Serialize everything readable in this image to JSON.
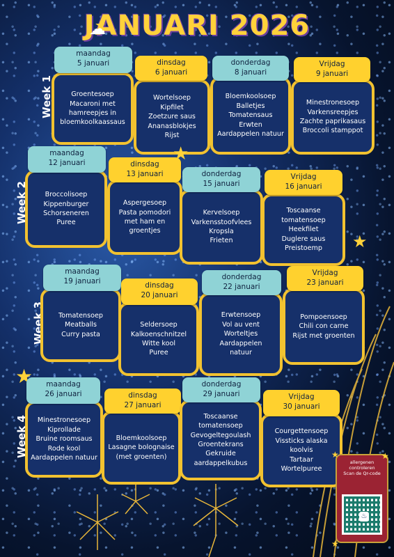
{
  "title": "JANUARI 2026",
  "weeks": [
    {
      "label": "Week 1",
      "days": [
        {
          "day": "maandag",
          "date": "5 januari",
          "lines": [
            "Groentesoep",
            "Macaroni met",
            "hamreepjes in",
            "bloemkoolkaassaus"
          ]
        },
        {
          "day": "dinsdag",
          "date": "6 januari",
          "lines": [
            "Wortelsoep",
            "Kipfilet",
            "Zoetzure saus",
            "Ananasblokjes",
            "Rijst"
          ]
        },
        {
          "day": "donderdag",
          "date": "8 januari",
          "lines": [
            "Bloemkoolsoep",
            "Balletjes",
            "Tomatensaus",
            "Erwten",
            "Aardappelen natuur"
          ]
        },
        {
          "day": "Vrijdag",
          "date": "9 januari",
          "lines": [
            "Minestronesoep",
            "Varkensreepjes",
            "Zachte paprikasaus",
            "Broccoli stamppot"
          ]
        }
      ]
    },
    {
      "label": "Week 2",
      "days": [
        {
          "day": "maandag",
          "date": "12 januari",
          "lines": [
            "Broccolisoep",
            "Kippenburger",
            "Schorseneren",
            "Puree"
          ]
        },
        {
          "day": "dinsdag",
          "date": "13 januari",
          "lines": [
            "Aspergesoep",
            "Pasta pomodori",
            "met ham en",
            "groentjes"
          ]
        },
        {
          "day": "donderdag",
          "date": "15 januari",
          "lines": [
            "Kervelsoep",
            "Varkensstoofvlees",
            "Kropsla",
            "Frieten"
          ]
        },
        {
          "day": "Vrijdag",
          "date": "16 januari",
          "lines": [
            "Toscaanse",
            "tomatensoep",
            "Heekfilet",
            "Duglere saus",
            "Preistoemp"
          ]
        }
      ]
    },
    {
      "label": "Week 3",
      "days": [
        {
          "day": "maandag",
          "date": "19 januari",
          "lines": [
            "Tomatensoep",
            "Meatballs",
            "Curry pasta"
          ]
        },
        {
          "day": "dinsdag",
          "date": "20 januari",
          "lines": [
            "Seldersoep",
            "Kalkoenschnitzel",
            "Witte kool",
            "Puree"
          ]
        },
        {
          "day": "donderdag",
          "date": "22 januari",
          "lines": [
            "Erwtensoep",
            "Vol au vent",
            "Worteltjes",
            "Aardappelen",
            "natuur"
          ]
        },
        {
          "day": "Vrijdag",
          "date": "23 januari",
          "lines": [
            "Pompoensoep",
            "Chili con carne",
            "Rijst met groenten"
          ]
        }
      ]
    },
    {
      "label": "Week 4",
      "days": [
        {
          "day": "maandag",
          "date": "26 januari",
          "lines": [
            "Minestronesoep",
            "Kiprollade",
            "Bruine roomsaus",
            "Rode kool",
            "Aardappelen natuur"
          ]
        },
        {
          "day": "dinsdag",
          "date": "27 januari",
          "lines": [
            "Bloemkoolsoep",
            "Lasagne bolognaise",
            "(met groenten)"
          ]
        },
        {
          "day": "donderdag",
          "date": "29 januari",
          "lines": [
            "Toscaanse",
            "tomatensoep",
            "Gevogeltegoulash",
            "Groentekrans",
            "Gekruide",
            "aardappelkubus"
          ]
        },
        {
          "day": "Vrijdag",
          "date": "30 januari",
          "lines": [
            "Courgettensoep",
            "Vissticks alaska",
            "koolvis",
            "Tartaar",
            "Wortelpuree"
          ]
        }
      ]
    }
  ],
  "qr_note": [
    "allergenen",
    "controleren",
    "Scan de Qr-code"
  ],
  "colors": {
    "tab_blue": "#8fd3d6",
    "tab_yellow": "#ffd12e",
    "card": "#16306a",
    "border": "#f2c230",
    "title": "#ffd23a"
  },
  "icons": [
    "star-icon",
    "cloud-icon",
    "firework-icon",
    "qr-code-icon"
  ]
}
